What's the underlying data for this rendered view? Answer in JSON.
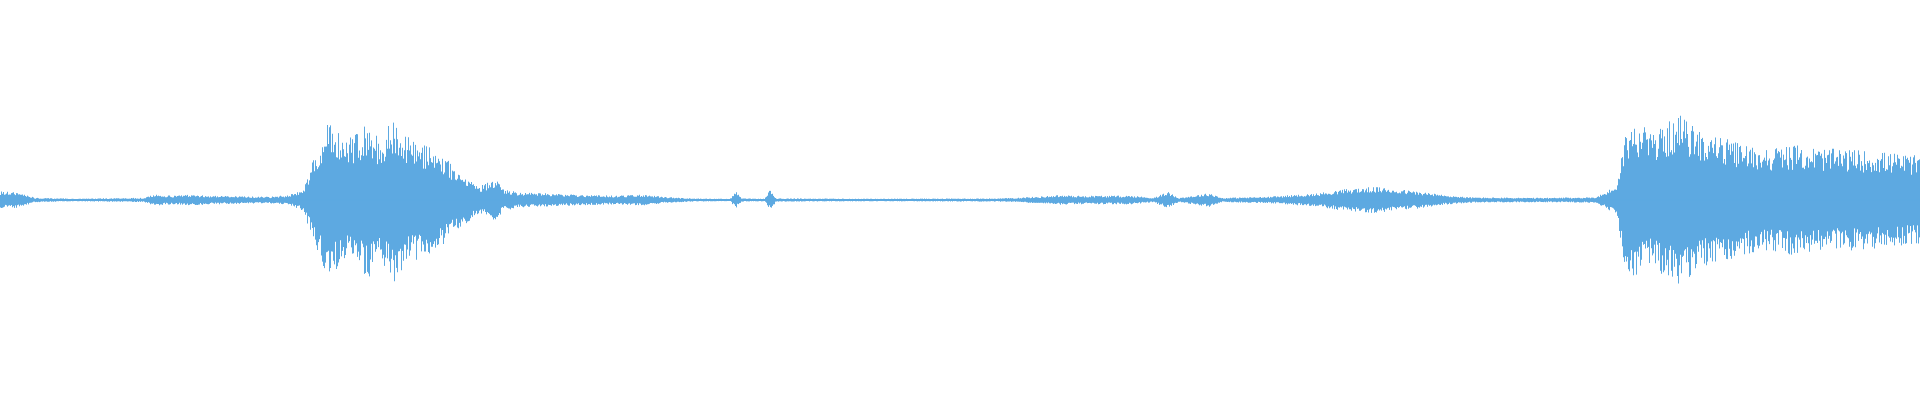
{
  "waveform": {
    "color": "#5da9e1",
    "background": "#ffffff",
    "envelope": [
      [
        0.0,
        0.08
      ],
      [
        0.01,
        0.07
      ],
      [
        0.018,
        0.02
      ],
      [
        0.04,
        0.012
      ],
      [
        0.075,
        0.02
      ],
      [
        0.08,
        0.05
      ],
      [
        0.09,
        0.04
      ],
      [
        0.1,
        0.05
      ],
      [
        0.11,
        0.04
      ],
      [
        0.14,
        0.03
      ],
      [
        0.15,
        0.045
      ],
      [
        0.158,
        0.1
      ],
      [
        0.162,
        0.35
      ],
      [
        0.168,
        0.6
      ],
      [
        0.172,
        0.75
      ],
      [
        0.178,
        0.55
      ],
      [
        0.185,
        0.62
      ],
      [
        0.192,
        0.7
      ],
      [
        0.198,
        0.55
      ],
      [
        0.205,
        0.78
      ],
      [
        0.21,
        0.6
      ],
      [
        0.216,
        0.55
      ],
      [
        0.222,
        0.5
      ],
      [
        0.23,
        0.42
      ],
      [
        0.238,
        0.28
      ],
      [
        0.245,
        0.18
      ],
      [
        0.25,
        0.13
      ],
      [
        0.258,
        0.2
      ],
      [
        0.262,
        0.1
      ],
      [
        0.27,
        0.07
      ],
      [
        0.285,
        0.06
      ],
      [
        0.3,
        0.05
      ],
      [
        0.32,
        0.04
      ],
      [
        0.335,
        0.05
      ],
      [
        0.345,
        0.03
      ],
      [
        0.36,
        0.015
      ],
      [
        0.38,
        0.01
      ],
      [
        0.383,
        0.08
      ],
      [
        0.386,
        0.015
      ],
      [
        0.398,
        0.012
      ],
      [
        0.401,
        0.1
      ],
      [
        0.404,
        0.015
      ],
      [
        0.45,
        0.012
      ],
      [
        0.52,
        0.015
      ],
      [
        0.54,
        0.03
      ],
      [
        0.55,
        0.045
      ],
      [
        0.56,
        0.04
      ],
      [
        0.58,
        0.04
      ],
      [
        0.59,
        0.04
      ],
      [
        0.6,
        0.02
      ],
      [
        0.608,
        0.075
      ],
      [
        0.614,
        0.02
      ],
      [
        0.63,
        0.065
      ],
      [
        0.636,
        0.02
      ],
      [
        0.66,
        0.03
      ],
      [
        0.672,
        0.045
      ],
      [
        0.685,
        0.06
      ],
      [
        0.7,
        0.1
      ],
      [
        0.715,
        0.12
      ],
      [
        0.728,
        0.1
      ],
      [
        0.742,
        0.07
      ],
      [
        0.752,
        0.045
      ],
      [
        0.765,
        0.025
      ],
      [
        0.8,
        0.02
      ],
      [
        0.83,
        0.025
      ],
      [
        0.836,
        0.07
      ],
      [
        0.842,
        0.15
      ],
      [
        0.846,
        0.6
      ],
      [
        0.852,
        0.72
      ],
      [
        0.86,
        0.62
      ],
      [
        0.868,
        0.7
      ],
      [
        0.875,
        0.78
      ],
      [
        0.883,
        0.65
      ],
      [
        0.89,
        0.62
      ],
      [
        0.9,
        0.55
      ],
      [
        0.91,
        0.5
      ],
      [
        0.92,
        0.48
      ],
      [
        0.935,
        0.5
      ],
      [
        0.95,
        0.47
      ],
      [
        0.965,
        0.46
      ],
      [
        0.98,
        0.44
      ],
      [
        1.0,
        0.4
      ]
    ]
  }
}
